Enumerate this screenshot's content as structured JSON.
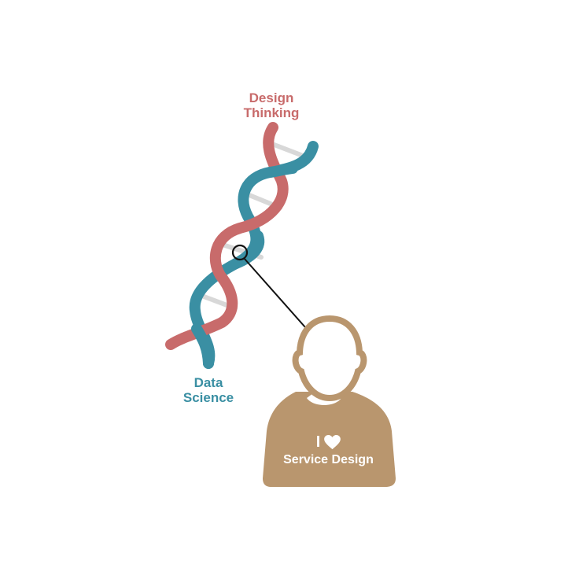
{
  "labels": {
    "top": "Design\nThinking",
    "top_line1": "Design",
    "top_line2": "Thinking",
    "bottom_line1": "Data",
    "bottom_line2": "Science"
  },
  "shirt": {
    "i_text": "I",
    "heart_icon": "heart-icon",
    "line2": "Service Design"
  },
  "colors": {
    "design_thinking": "#c86b6b",
    "data_science": "#3a8fa3",
    "person": "#b9966e",
    "rungs": "#d8d8d8",
    "pointer": "#111111"
  },
  "icons": {
    "person": "person-icon",
    "helix": "dna-helix-icon"
  }
}
